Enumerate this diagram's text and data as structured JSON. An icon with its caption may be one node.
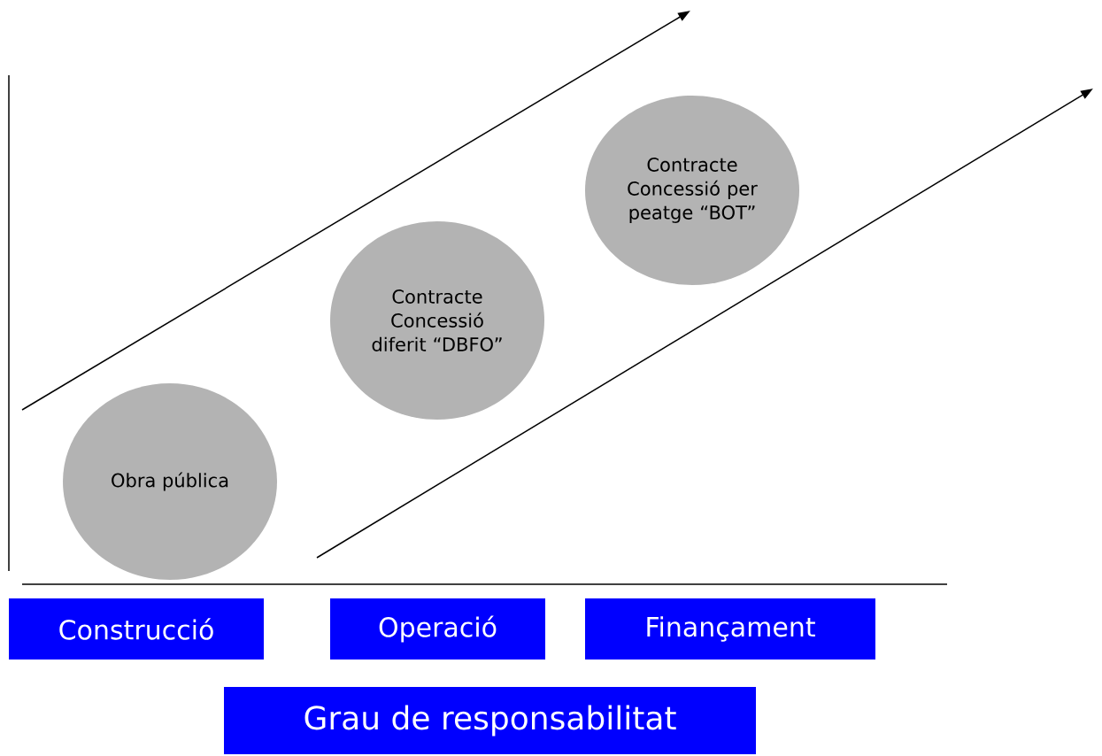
{
  "diagram": {
    "nodes": [
      {
        "text": [
          "Obra pública"
        ]
      },
      {
        "text": [
          "Contracte Concessió diferit “DBFO”"
        ]
      },
      {
        "text": [
          "Contracte Concessió per peatge “BOT”"
        ]
      },
      {
        "text": [
          "Construcció"
        ]
      },
      {
        "text": [
          "Operació"
        ]
      },
      {
        "text": [
          "Finançament"
        ]
      },
      {
        "text": [
          "Grau de responsabilitat"
        ]
      }
    ],
    "edges": []
  }
}
